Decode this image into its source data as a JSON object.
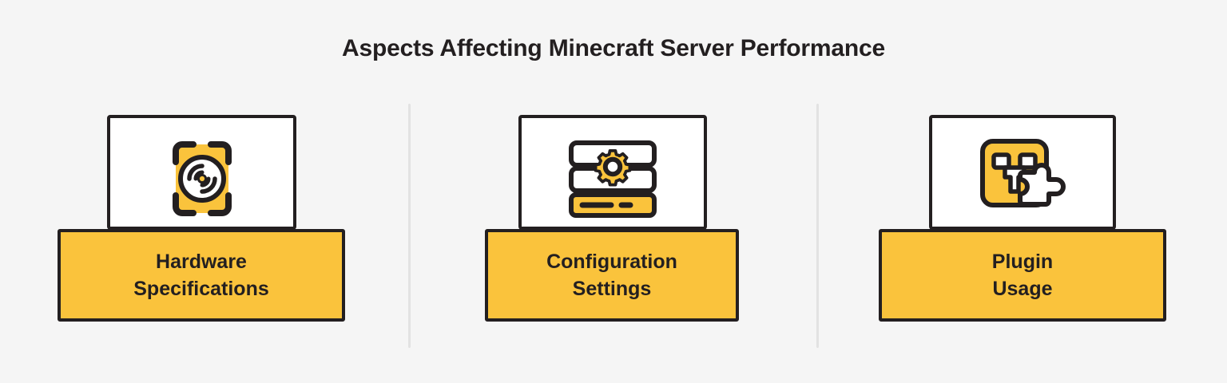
{
  "background_color": "#f5f5f5",
  "accent_color": "#fac33c",
  "ink_color": "#231f20",
  "panel_color": "#ffffff",
  "divider_color": "#e2e2e2",
  "header": {
    "title": "Aspects Affecting Minecraft Server Performance"
  },
  "cards": [
    {
      "icon": "hard-disk-drive-icon",
      "label": "Hardware\nSpecifications",
      "label_line1": "Hardware",
      "label_line2": "Specifications"
    },
    {
      "icon": "server-gear-settings-icon",
      "label": "Configuration\nSettings",
      "label_line1": "Configuration",
      "label_line2": "Settings"
    },
    {
      "icon": "creeper-puzzle-plugin-icon",
      "label": "Plugin\nUsage",
      "label_line1": "Plugin",
      "label_line2": "Usage"
    }
  ],
  "dividers": [
    {
      "name": "divider-1"
    },
    {
      "name": "divider-2"
    }
  ]
}
